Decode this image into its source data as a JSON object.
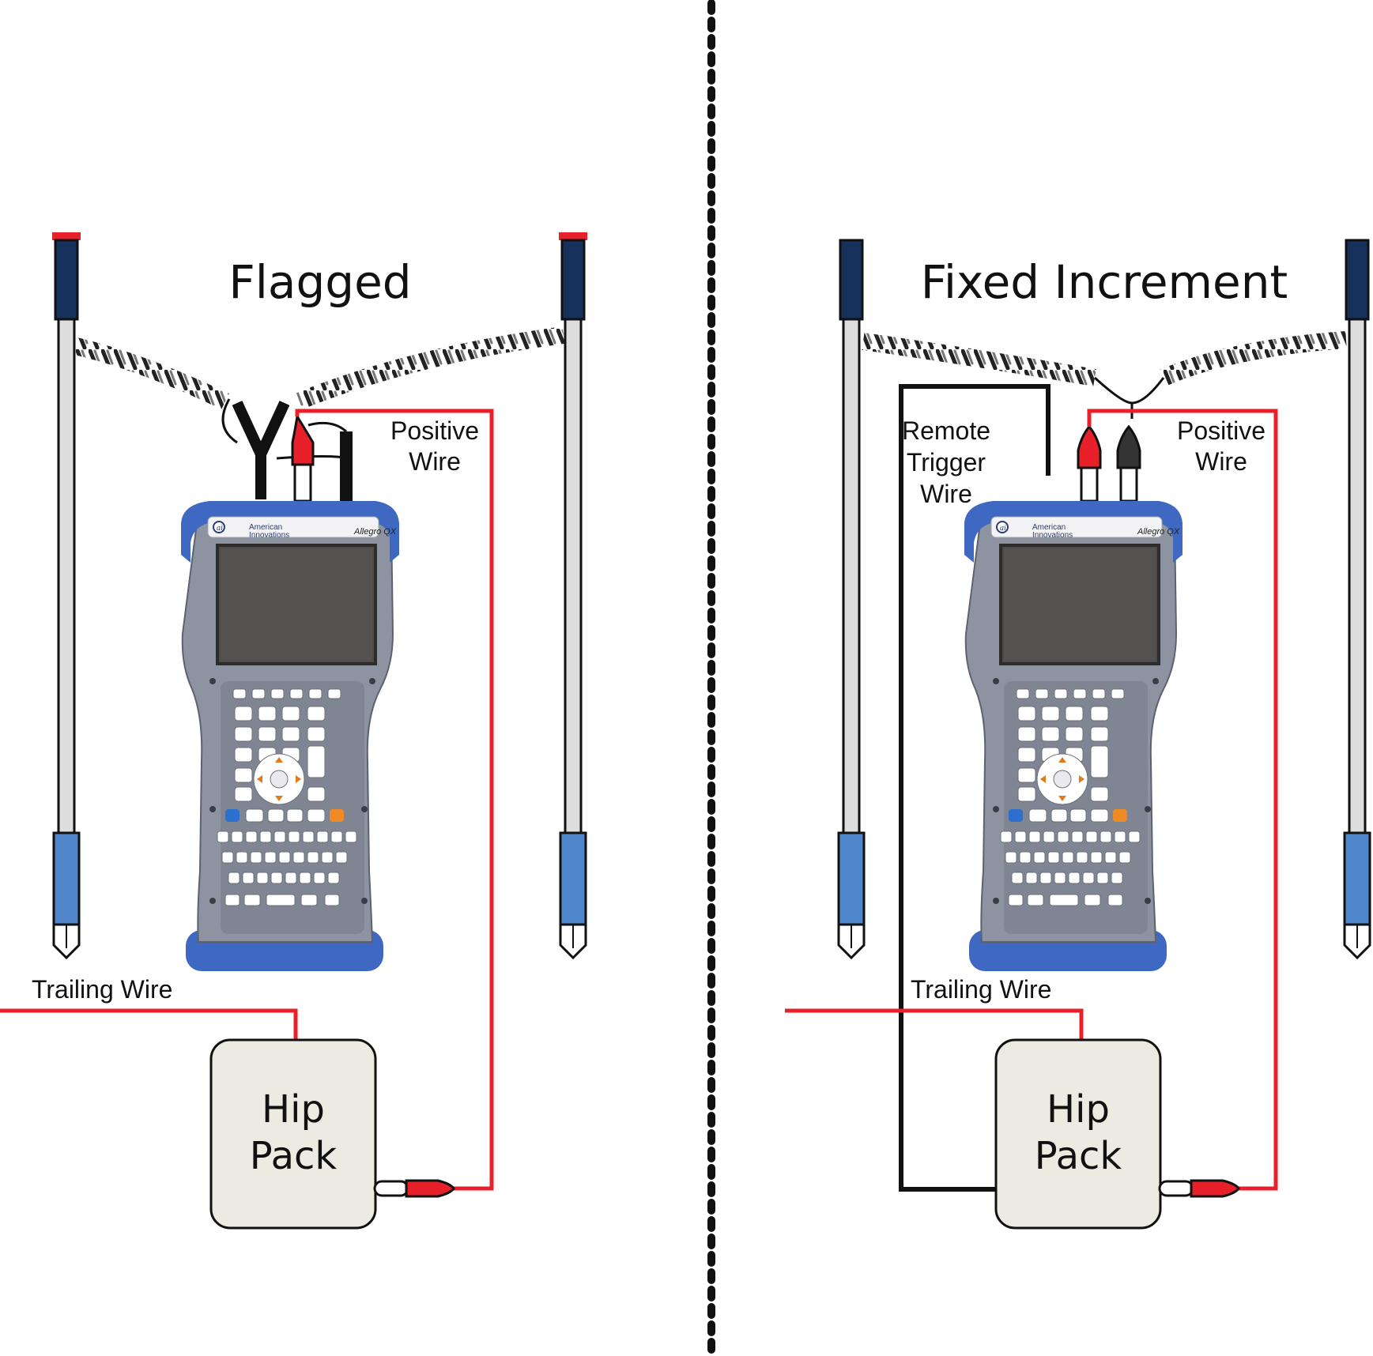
{
  "panels": [
    {
      "title": "Flagged",
      "positive_wire": [
        "Positive",
        "Wire"
      ],
      "trailing_wire": "Trailing Wire",
      "hip_pack": [
        "Hip",
        "Pack"
      ],
      "device": {
        "brand": [
          "American",
          "Innovations"
        ],
        "model": "Allegro QX"
      }
    },
    {
      "title": "Fixed Increment",
      "remote_trigger_wire": [
        "Remote",
        "Trigger",
        "Wire"
      ],
      "positive_wire": [
        "Positive",
        "Wire"
      ],
      "trailing_wire": "Trailing Wire",
      "hip_pack": [
        "Hip",
        "Pack"
      ],
      "device": {
        "brand": [
          "American",
          "Innovations"
        ],
        "model": "Allegro QX"
      }
    }
  ],
  "colors": {
    "wire_red": "#e8202a",
    "wire_black": "#111111",
    "pole_cap_navy": "#16325c",
    "pole_tip_blue": "#4f86cc",
    "hip_pack_fill": "#ecebe1",
    "device_bumper": "#3f68c2",
    "device_body": "#8d93a0"
  }
}
